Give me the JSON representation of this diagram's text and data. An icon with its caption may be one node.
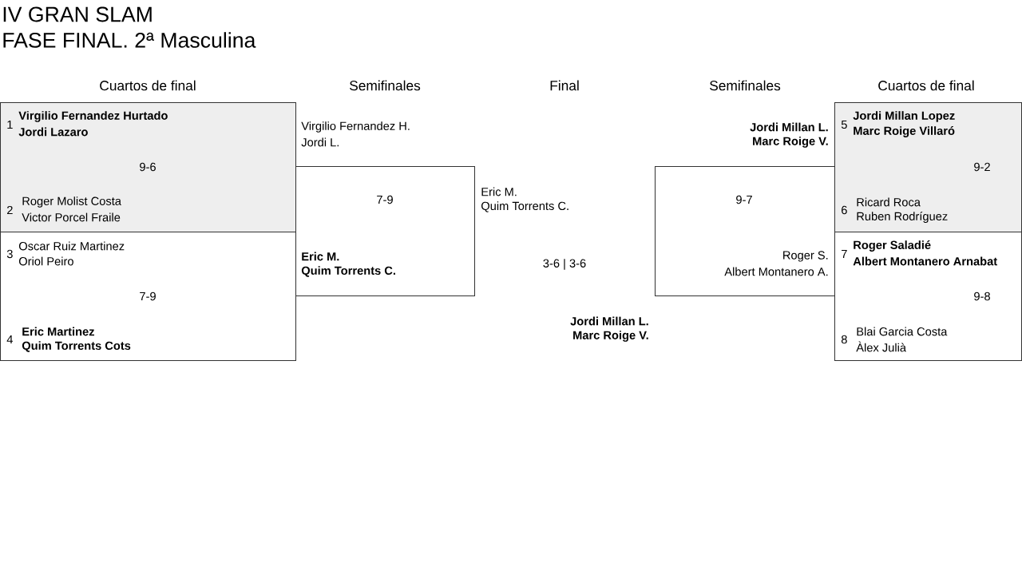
{
  "diagram": {
    "title": "IV GRAN SLAM",
    "nodes": [
      {
        "text": [
          "1",
          "Virgilio Fernandez Hurtado",
          "Jordi Lazaro",
          "9-6",
          "2",
          "Roger Molist Costa",
          "Victor Porcel Fraile"
        ]
      },
      {
        "text": [
          "3",
          "Oscar Ruiz Martinez",
          "Oriol Peiro",
          "7-9",
          "4",
          "Eric Martinez",
          "Quim Torrents Cots"
        ]
      },
      {
        "text": [
          "Virgilio Fernandez H.",
          "Jordi L.",
          "7-9",
          "Eric M.",
          "Quim Torrents C."
        ]
      },
      {
        "text": [
          "Jordi Millan L.",
          "Marc Roige V.",
          "9-7",
          "Roger S.",
          "Albert Montanero A."
        ]
      },
      {
        "text": [
          "5",
          "Jordi Millan Lopez",
          "Marc Roige Villaró",
          "9-2",
          "6",
          "Ricard Roca",
          "Ruben Rodríguez"
        ]
      },
      {
        "text": [
          "7",
          "Roger Saladié",
          "Albert Montanero Arnabat",
          "9-8",
          "8",
          "Blai Garcia Costa",
          "Àlex Julià"
        ]
      }
    ],
    "labels": [
      "FASE FINAL. 2ª Masculina",
      "Cuartos de final",
      "Semifinales",
      "Final",
      "Semifinales",
      "Cuartos de final",
      "Eric M.",
      "Quim Torrents C.",
      "3-6 | 3-6",
      "Jordi Millan L.",
      "Marc Roige V."
    ]
  }
}
